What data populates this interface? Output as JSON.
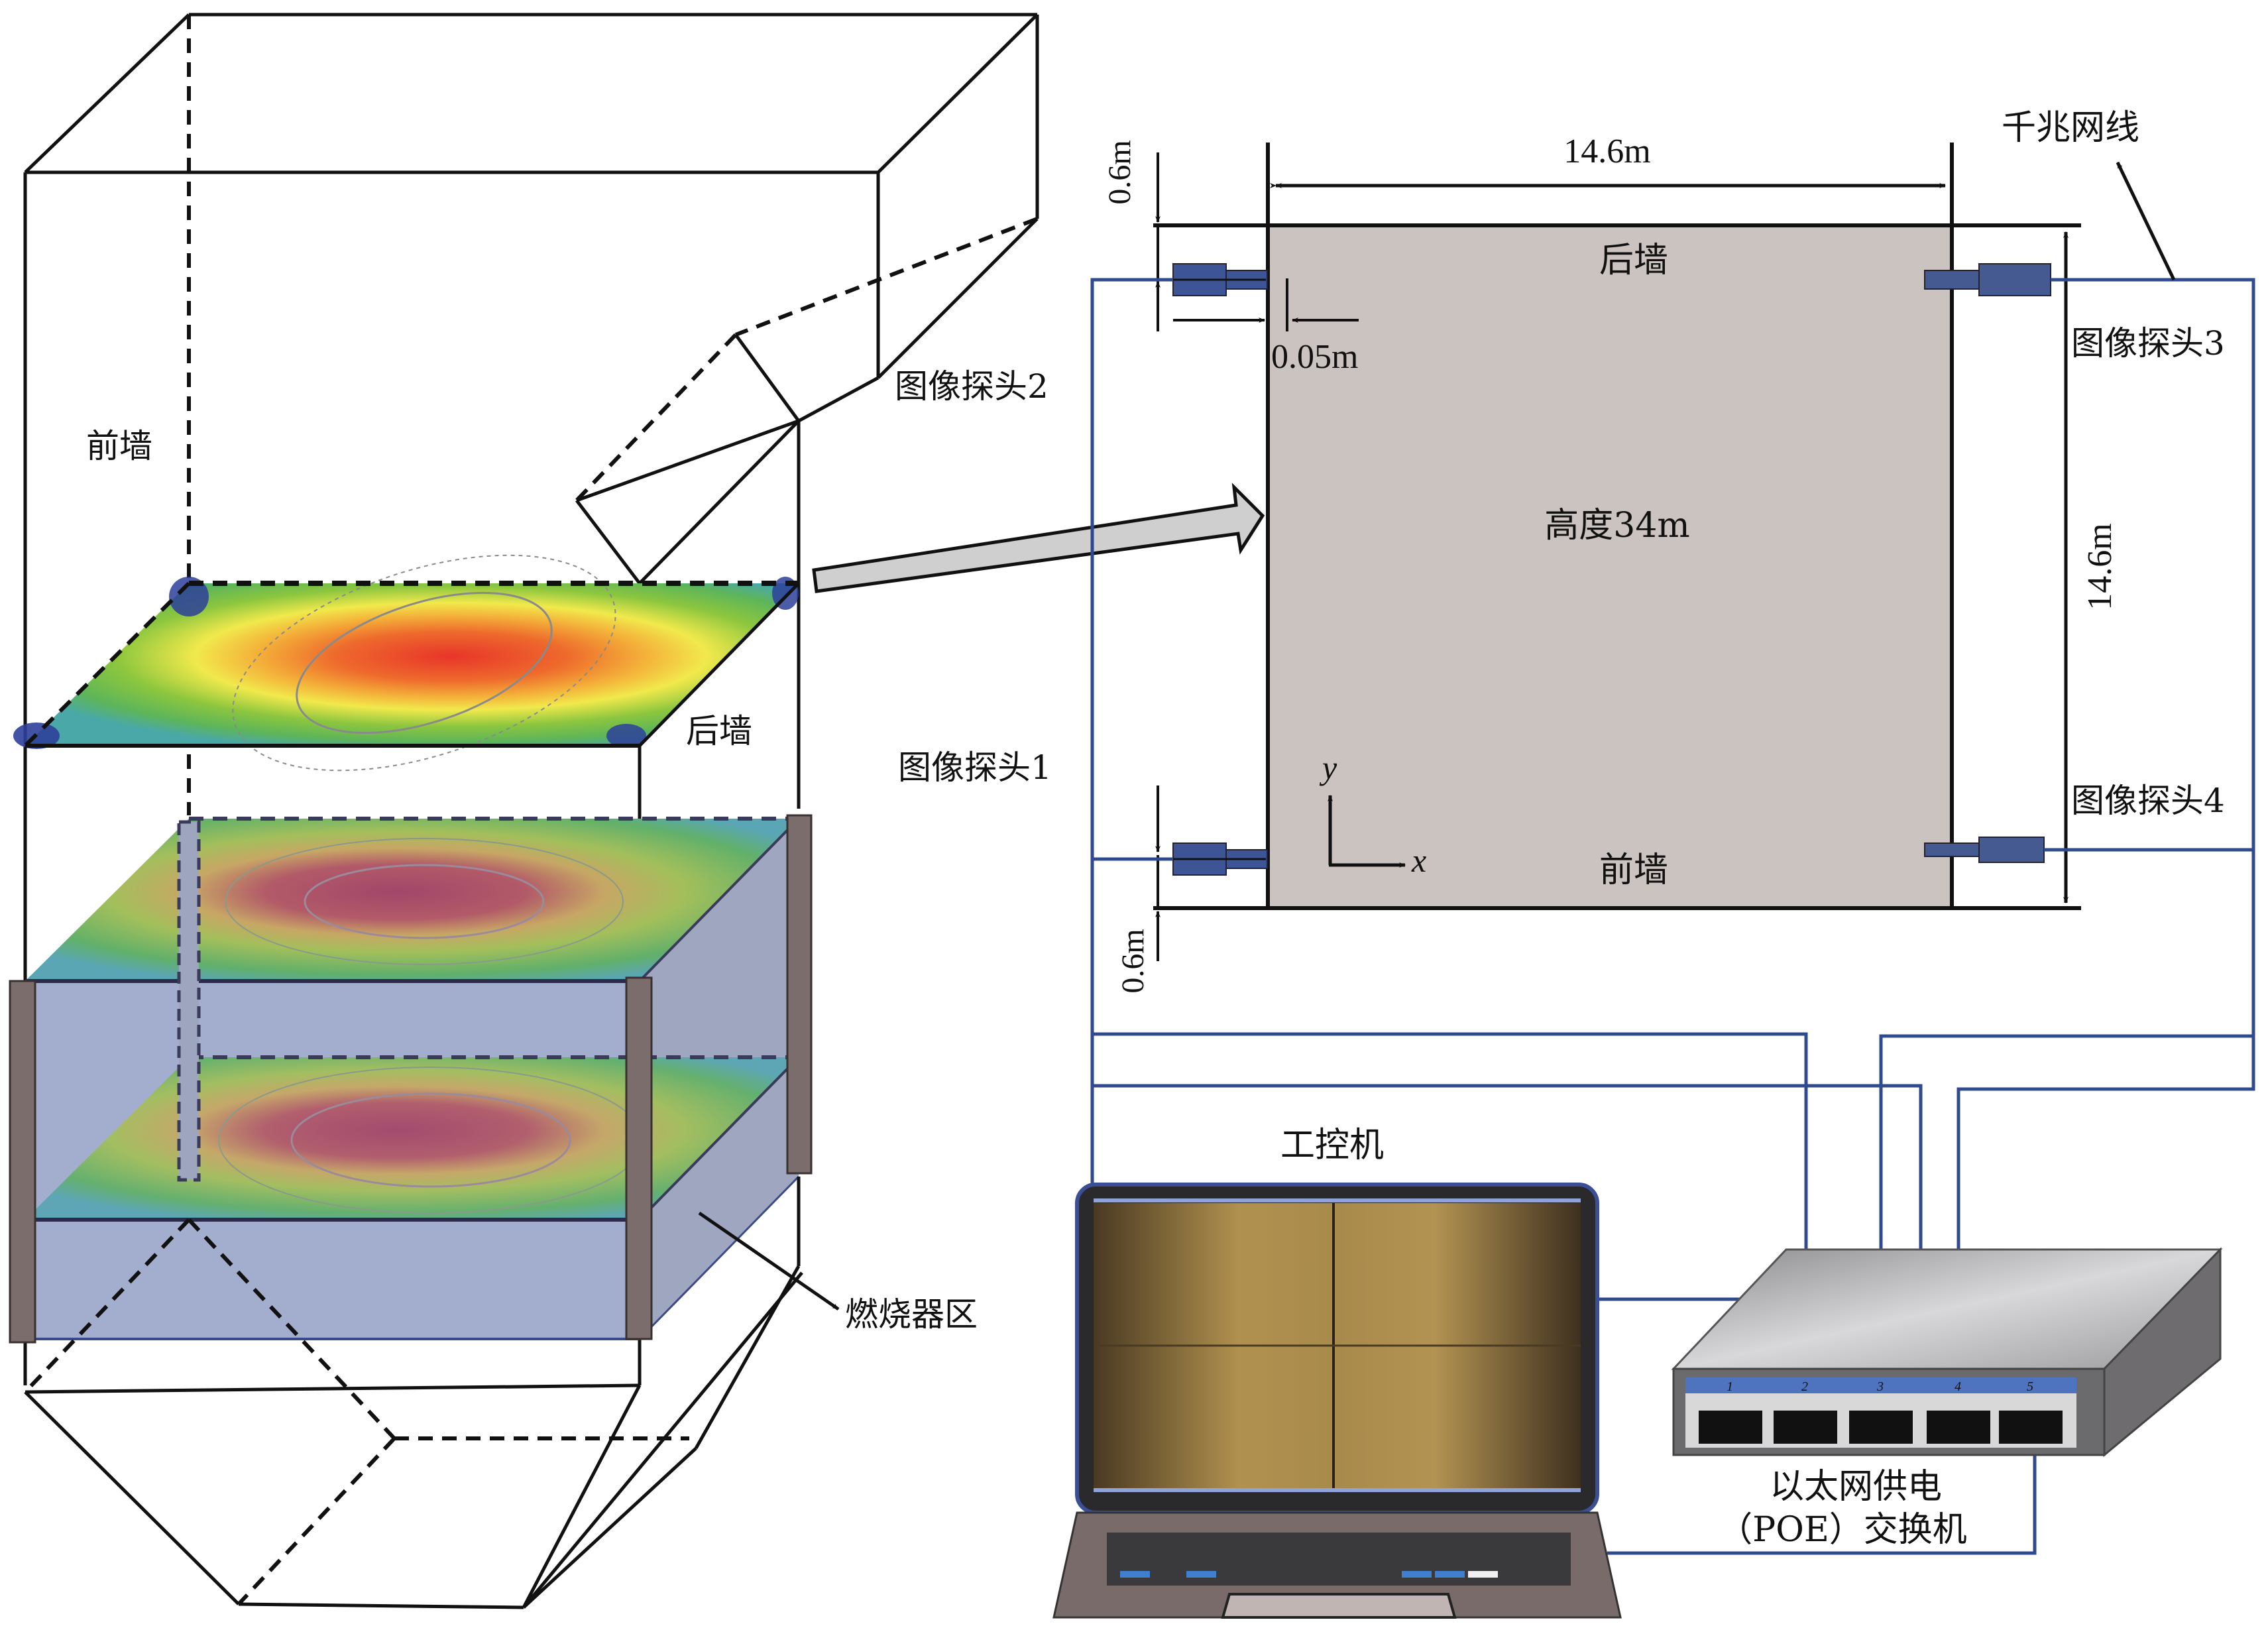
{
  "furnace_3d": {
    "labels": {
      "front_wall": "前墙",
      "rear_wall": "后墙",
      "probe_2": "图像探头2",
      "burner_zone": "燃烧器区"
    },
    "temperature_slices": [
      {
        "name": "upper-slice",
        "peak_color": "#e8412d"
      },
      {
        "name": "burner-slice-upper",
        "peak_color": "#a84a6a"
      },
      {
        "name": "burner-slice-lower",
        "peak_color": "#a84a6a"
      }
    ],
    "colors": {
      "burner_zone_fill": "#a3aece",
      "corner_post": "#7a6d6b",
      "cold": "#2d3f9a",
      "mid": "#6cb83a",
      "warm": "#f1e94c",
      "hot": "#e8412d"
    }
  },
  "plan_view": {
    "width_label": "14.6m",
    "depth_label": "14.6m",
    "height_label": "高度34m",
    "rear_wall": "后墙",
    "front_wall": "前墙",
    "offset_top": "0.6m",
    "offset_bottom": "0.6m",
    "insertion_depth": "0.05m",
    "axis_x": "x",
    "axis_y": "y",
    "fill": "#cbc3bf"
  },
  "probes": [
    {
      "id": 1,
      "label": "图像探头1"
    },
    {
      "id": 2,
      "label": "图像探头2"
    },
    {
      "id": 3,
      "label": "图像探头3"
    },
    {
      "id": 4,
      "label": "图像探头4"
    }
  ],
  "network": {
    "cable_label": "千兆网线",
    "cable_color": "#2f4a8f",
    "switch_label_line1": "以太网供电",
    "switch_label_line2": "（POE）交换机",
    "switch_ports": [
      "1",
      "2",
      "3",
      "4",
      "5"
    ],
    "switch_band_color": "#4f74bf"
  },
  "computer": {
    "label": "工控机",
    "screen_color": "#a78a4c"
  }
}
